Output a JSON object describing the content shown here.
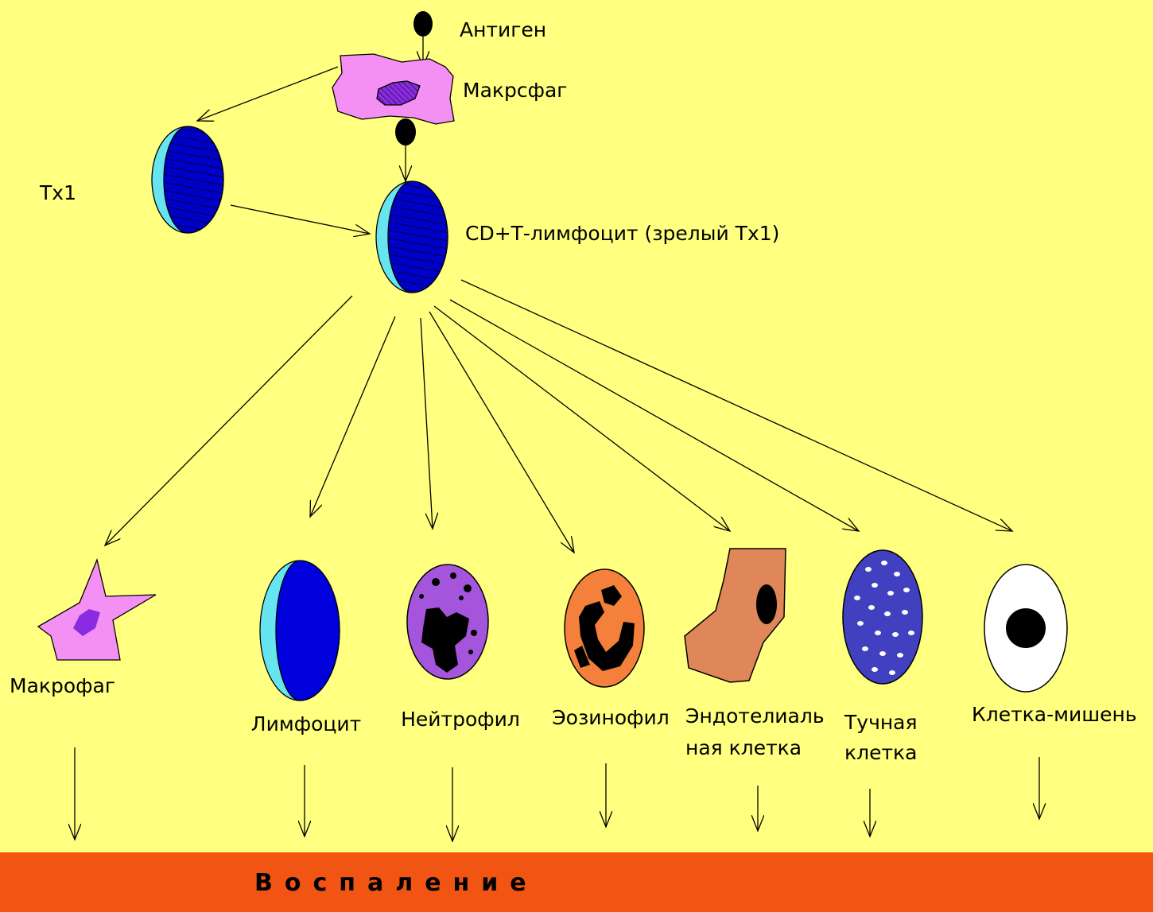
{
  "colors": {
    "background": "#ffff80",
    "macrophage": "#f490f4",
    "macrophage_nucleus": "#8a2be2",
    "lymphocyte": "#0000dd",
    "lymphocyte_edge": "#66e5f0",
    "neutrophil": "#a455dc",
    "eosinophil": "#f4803c",
    "endothelial": "#e0875a",
    "mast_cell": "#4040c0",
    "target_cell": "#ffffff",
    "band": "#f15413"
  },
  "labels": {
    "antigen": "Антиген",
    "macrophage_top": "Макрсфаг",
    "th1": "Тх1",
    "cd_t": "CD+Т-лимфоцит (зрелый Тх1)",
    "macrophage": "Макрофаг",
    "lymphocyte": "Лимфоцит",
    "neutrophil": "Нейтрофил",
    "eosinophil": "Эозинофил",
    "endothelial_1": "Эндотелиаль",
    "endothelial_2": "ная клетка",
    "mast_1": "Тучная",
    "mast_2": "клетка",
    "target": "Клетка-мишень"
  },
  "bottom": {
    "label": "Воспаление"
  }
}
